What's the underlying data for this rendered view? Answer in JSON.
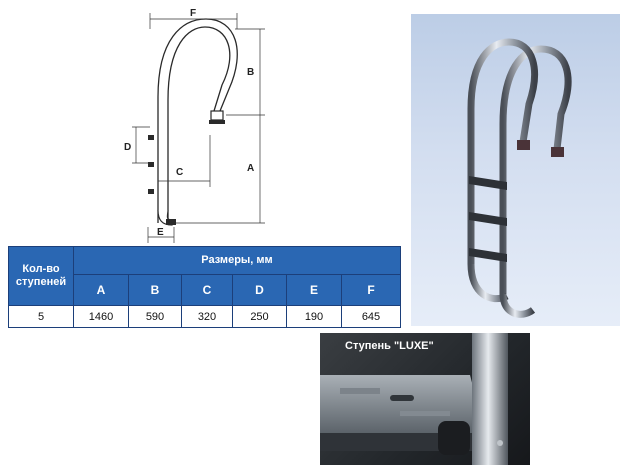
{
  "drawing": {
    "labels": {
      "a": "A",
      "b": "B",
      "c": "C",
      "d": "D",
      "e": "E",
      "f": "F"
    }
  },
  "table": {
    "count_header_line1": "Кол-во",
    "count_header_line2": "ступеней",
    "group_header": "Размеры, мм",
    "columns": [
      "A",
      "B",
      "C",
      "D",
      "E",
      "F"
    ],
    "row": {
      "steps": "5",
      "values": [
        "1460",
        "590",
        "320",
        "250",
        "190",
        "645"
      ]
    }
  },
  "photos": {
    "step_caption": "Ступень \"LUXE\""
  },
  "colors": {
    "table_header": "#2a67b3",
    "table_border": "#1c3f7a",
    "photo_background": "#c9d6ec"
  }
}
